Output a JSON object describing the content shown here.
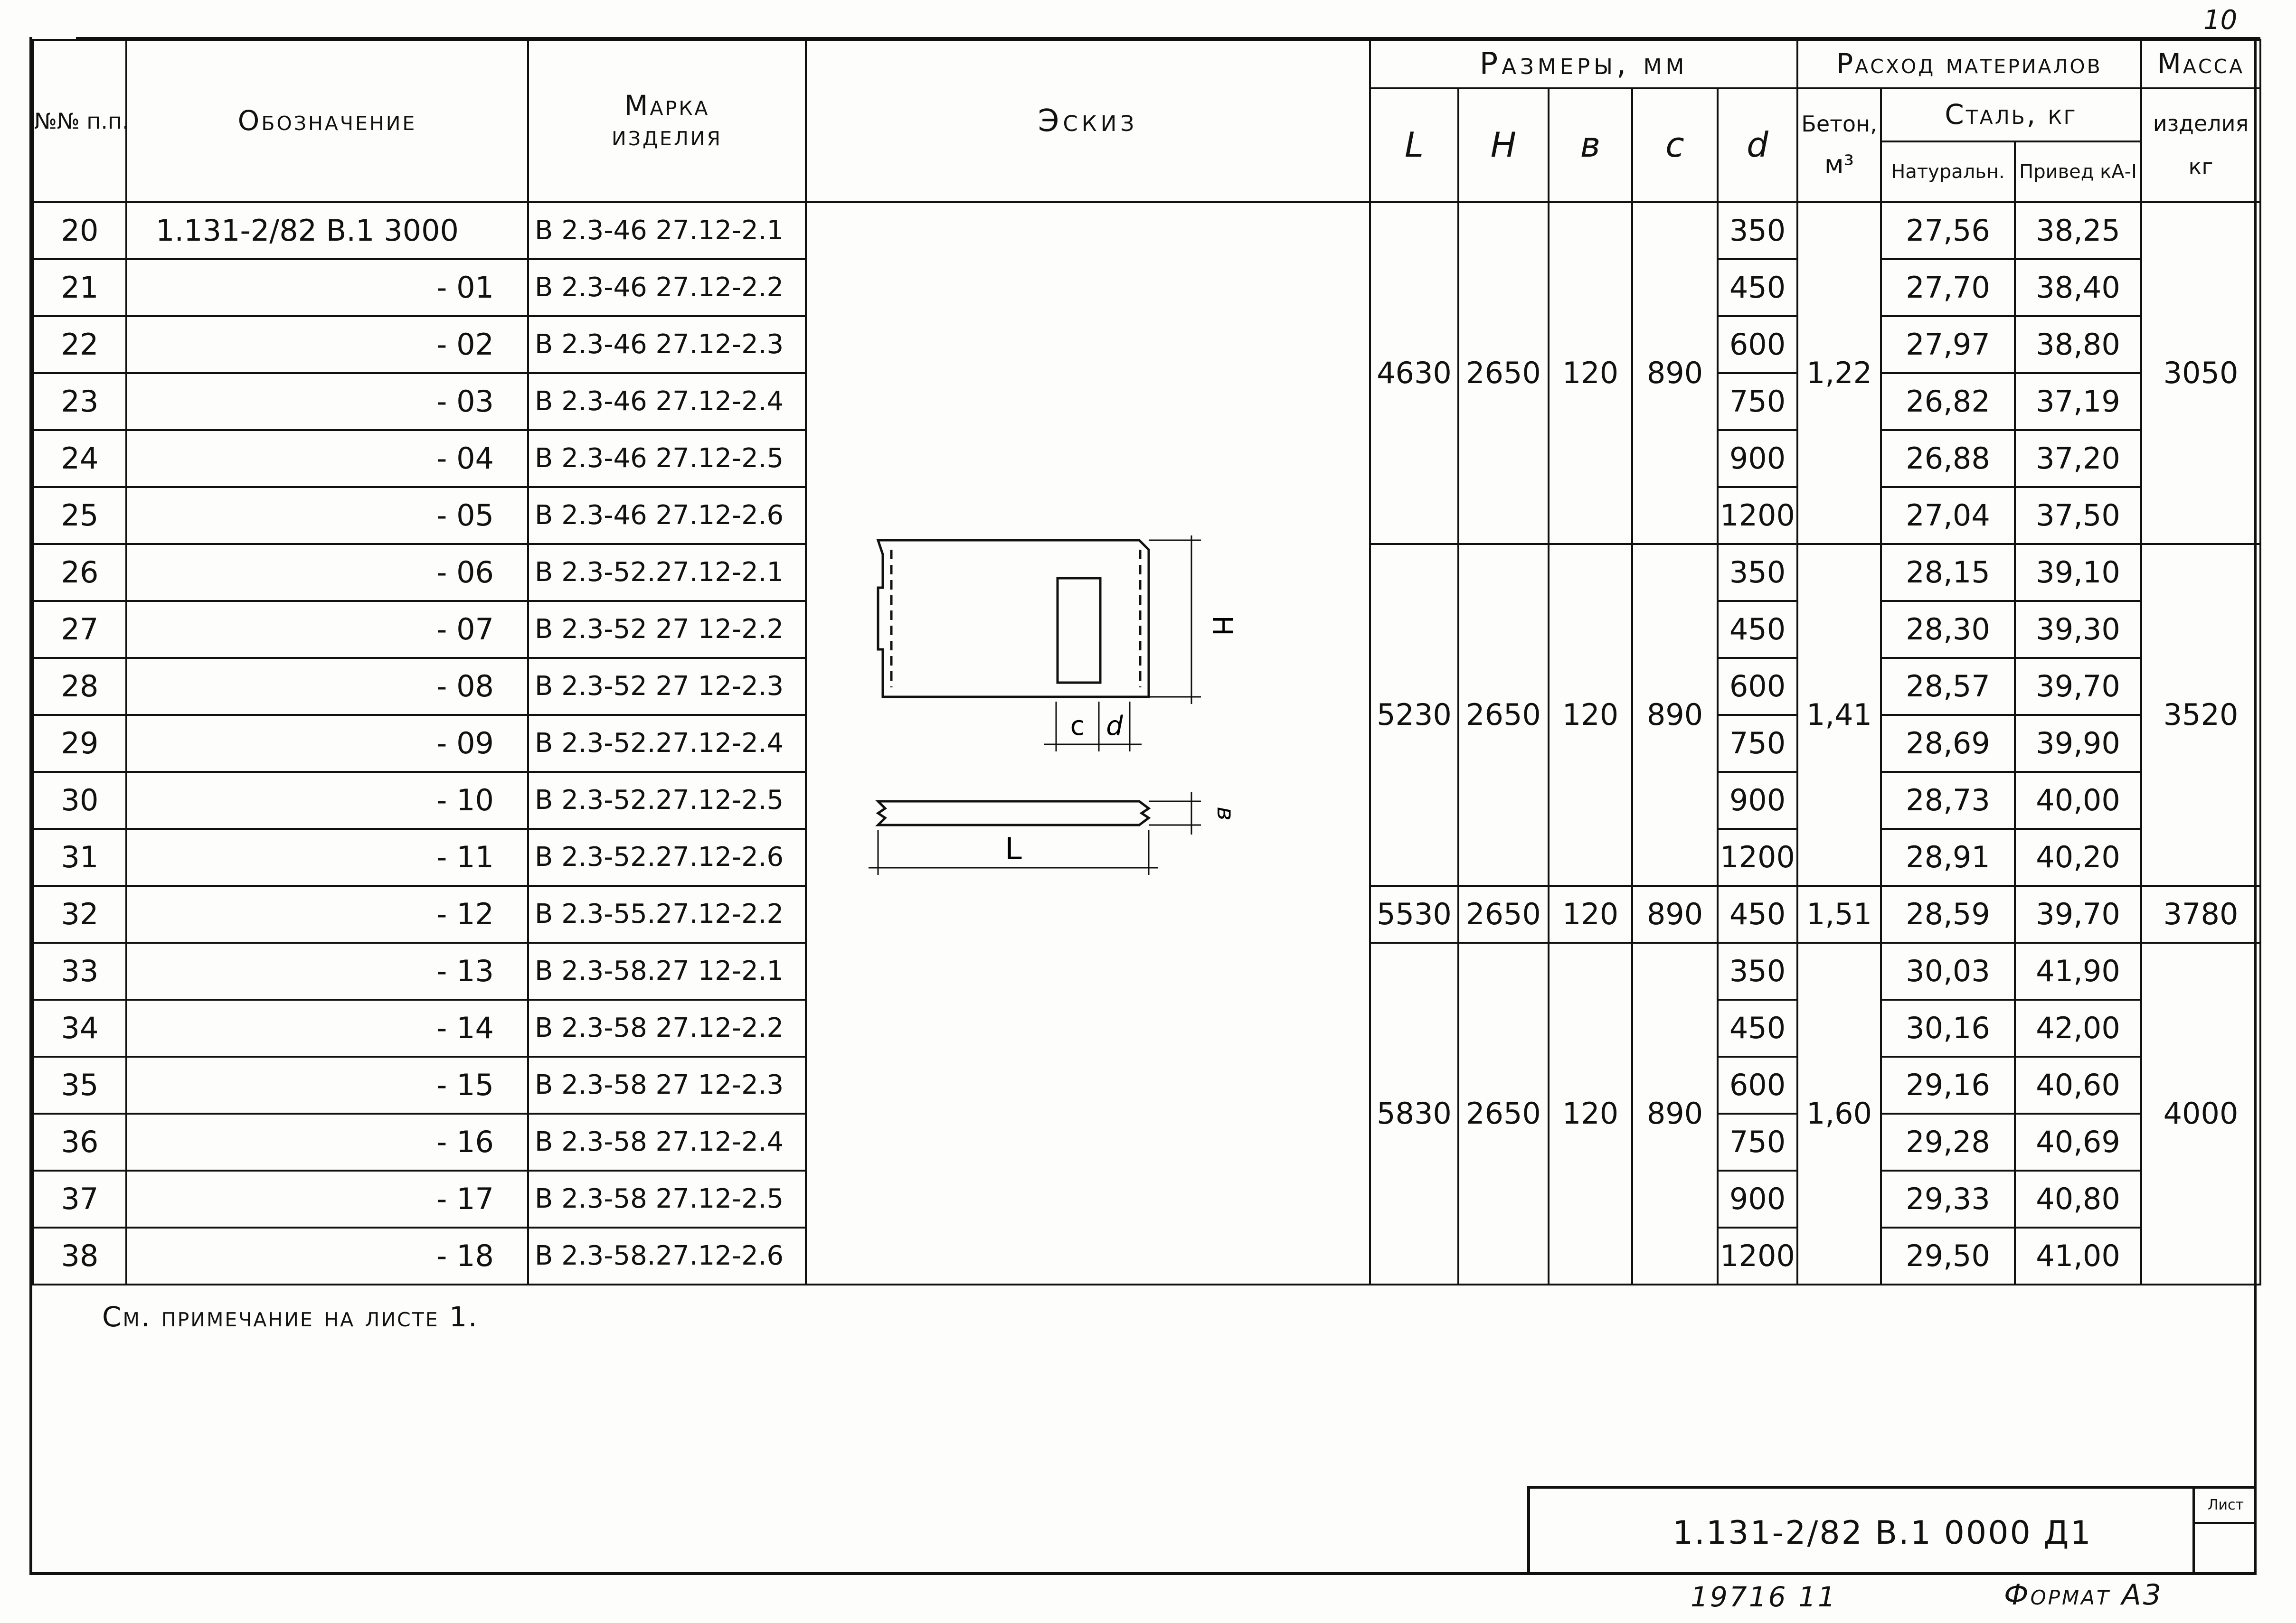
{
  "sheet_number": "10",
  "header": {
    "col_num": "№№ п.п.",
    "col_designation": "Обозначение",
    "col_mark_line1": "Марка",
    "col_mark_line2": "изделия",
    "col_sketch": "Эскиз",
    "dims_group": "Размеры, мм",
    "dim_L": "L",
    "dim_H": "H",
    "dim_b": "в",
    "dim_c": "c",
    "dim_d": "d",
    "materials_group": "Расход материалов",
    "concrete_line1": "Бетон,",
    "concrete_line2": "м³",
    "steel": "Сталь, кг",
    "steel_natural": "Натуральн.",
    "steel_reduced": "Привед кА-I",
    "mass_line1": "Масса",
    "mass_line2": "изделия",
    "mass_line3": "кг"
  },
  "rows": [
    {
      "n": "20",
      "des": "1.131-2/82 В.1  3000",
      "mark": "В 2.3-46 27.12-2.1",
      "d": "350",
      "nat": "27,56",
      "red": "38,25"
    },
    {
      "n": "21",
      "des": "- 01",
      "mark": "В 2.3-46 27.12-2.2",
      "d": "450",
      "nat": "27,70",
      "red": "38,40"
    },
    {
      "n": "22",
      "des": "- 02",
      "mark": "В 2.3-46 27.12-2.3",
      "d": "600",
      "nat": "27,97",
      "red": "38,80"
    },
    {
      "n": "23",
      "des": "- 03",
      "mark": "В 2.3-46 27.12-2.4",
      "d": "750",
      "nat": "26,82",
      "red": "37,19"
    },
    {
      "n": "24",
      "des": "- 04",
      "mark": "В 2.3-46 27.12-2.5",
      "d": "900",
      "nat": "26,88",
      "red": "37,20"
    },
    {
      "n": "25",
      "des": "- 05",
      "mark": "В 2.3-46 27.12-2.6",
      "d": "1200",
      "nat": "27,04",
      "red": "37,50"
    },
    {
      "n": "26",
      "des": "- 06",
      "mark": "В 2.3-52.27.12-2.1",
      "d": "350",
      "nat": "28,15",
      "red": "39,10"
    },
    {
      "n": "27",
      "des": "- 07",
      "mark": "В 2.3-52 27 12-2.2",
      "d": "450",
      "nat": "28,30",
      "red": "39,30"
    },
    {
      "n": "28",
      "des": "- 08",
      "mark": "В 2.3-52 27 12-2.3",
      "d": "600",
      "nat": "28,57",
      "red": "39,70"
    },
    {
      "n": "29",
      "des": "- 09",
      "mark": "В 2.3-52.27.12-2.4",
      "d": "750",
      "nat": "28,69",
      "red": "39,90"
    },
    {
      "n": "30",
      "des": "- 10",
      "mark": "В 2.3-52.27.12-2.5",
      "d": "900",
      "nat": "28,73",
      "red": "40,00"
    },
    {
      "n": "31",
      "des": "- 11",
      "mark": "В 2.3-52.27.12-2.6",
      "d": "1200",
      "nat": "28,91",
      "red": "40,20"
    },
    {
      "n": "32",
      "des": "- 12",
      "mark": "В 2.3-55.27.12-2.2",
      "d": "450",
      "nat": "28,59",
      "red": "39,70"
    },
    {
      "n": "33",
      "des": "- 13",
      "mark": "В 2.3-58.27 12-2.1",
      "d": "350",
      "nat": "30,03",
      "red": "41,90"
    },
    {
      "n": "34",
      "des": "- 14",
      "mark": "В 2.3-58 27.12-2.2",
      "d": "450",
      "nat": "30,16",
      "red": "42,00"
    },
    {
      "n": "35",
      "des": "- 15",
      "mark": "В 2.3-58 27 12-2.3",
      "d": "600",
      "nat": "29,16",
      "red": "40,60"
    },
    {
      "n": "36",
      "des": "- 16",
      "mark": "В 2.3-58 27.12-2.4",
      "d": "750",
      "nat": "29,28",
      "red": "40,69"
    },
    {
      "n": "37",
      "des": "- 17",
      "mark": "В 2.3-58 27.12-2.5",
      "d": "900",
      "nat": "29,33",
      "red": "40,80"
    },
    {
      "n": "38",
      "des": "- 18",
      "mark": "В 2.3-58.27.12-2.6",
      "d": "1200",
      "nat": "29,50",
      "red": "41,00"
    }
  ],
  "groups": [
    {
      "L": "4630",
      "H": "2650",
      "b": "120",
      "c": "890",
      "concrete": "1,22",
      "mass": "3050"
    },
    {
      "L": "5230",
      "H": "2650",
      "b": "120",
      "c": "890",
      "concrete": "1,41",
      "mass": "3520"
    },
    {
      "L": "5530",
      "H": "2650",
      "b": "120",
      "c": "890",
      "concrete": "1,51",
      "mass": "3780"
    },
    {
      "L": "5830",
      "H": "2650",
      "b": "120",
      "c": "890",
      "concrete": "1,60",
      "mass": "4000"
    }
  ],
  "sketch_labels": {
    "H": "H",
    "c": "c",
    "d": "d",
    "b": "в",
    "L": "L"
  },
  "note": "См. примечание на листе 1.",
  "stamp": {
    "code": "1.131-2/82 В.1  0000 Д1",
    "sheet_label": "Лист"
  },
  "inventory": "19716  11",
  "format": "Формат А3"
}
